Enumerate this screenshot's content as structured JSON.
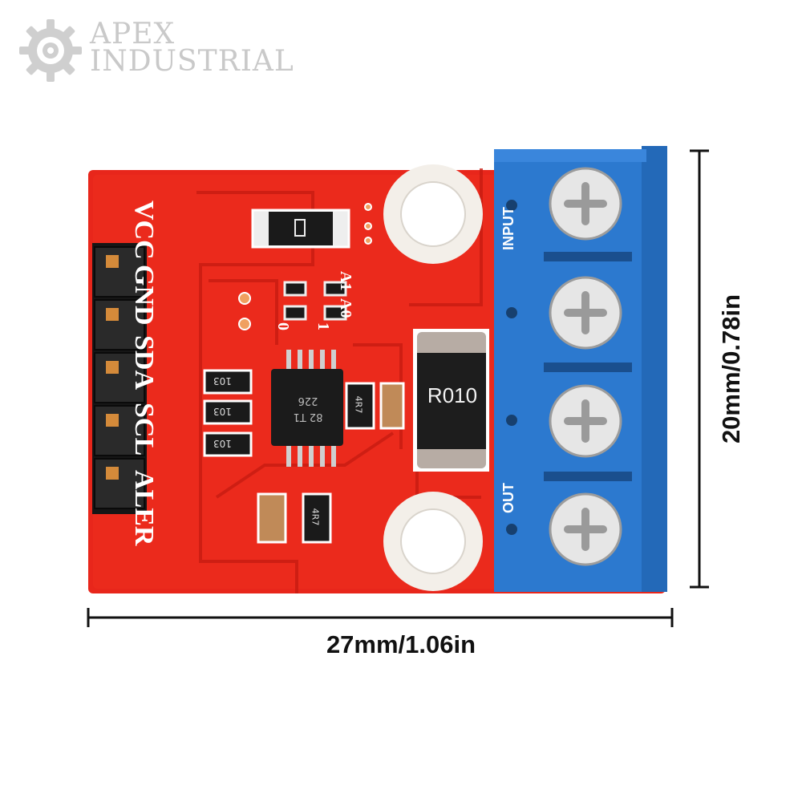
{
  "logo": {
    "line1": "APEX",
    "line2": "INDUSTRIAL",
    "icon": "gear-icon"
  },
  "dimensions": {
    "width": "27mm/1.06in",
    "height": "20mm/0.78in"
  },
  "board": {
    "pin_labels": [
      "VCC",
      "GND",
      "SDA",
      "SCL",
      "ALER"
    ],
    "address_labels": [
      "A1",
      "A0"
    ],
    "jumper_labels": [
      "0",
      "1"
    ],
    "terminal_labels": [
      "INPUT",
      "OUT"
    ],
    "shunt_marking": "R010",
    "chip_marking_1": "226",
    "chip_marking_2": "82 T1",
    "resistor_markings": [
      "103",
      "103",
      "103"
    ],
    "cap_markings": [
      "4R7",
      "4R7"
    ]
  },
  "colors": {
    "pcb": "#e8261b",
    "terminal": "#2c79cf",
    "header": "#161616"
  }
}
